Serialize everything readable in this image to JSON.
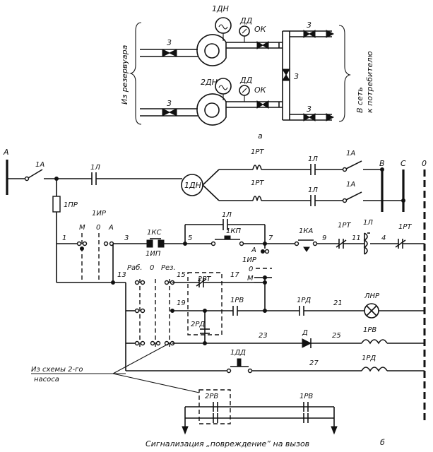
{
  "hydraulic": {
    "pump1": "1ДН",
    "pump2": "2ДН",
    "pressure_gauge": "ДД",
    "check_valve": "ОК",
    "gate_valve": "3",
    "label_a": "а",
    "source_text": "Из резервуара",
    "dest_line1": "В сеть",
    "dest_line2": "к потребителю"
  },
  "electric": {
    "bus": [
      "A",
      "B",
      "C",
      "0"
    ],
    "switch_1a": "1А",
    "contactor_1l": "1Л",
    "motor": "1ДН",
    "thermal_relay": "1РТ",
    "fuse": "1ПР",
    "selector_1ir": "1ИР",
    "selector_positions": [
      "М",
      "0",
      "А"
    ],
    "selector_positions2": [
      "Раб.",
      "0",
      "Рез."
    ],
    "nodes": [
      "1",
      "3",
      "5",
      "7",
      "9",
      "11",
      "13",
      "15",
      "17",
      "19",
      "21",
      "23",
      "25",
      "27"
    ],
    "stop_button": "1КС",
    "start_button": "1КП",
    "stop_button2": "1ИП",
    "contact_1ka": "1КА",
    "node_4": "4",
    "relay_2rt": "2РТ",
    "relay_2rd": "2РД",
    "relay_1rv": "1РВ",
    "relay_1rd": "1РД",
    "relay_2rv": "2РВ",
    "lamp": "ЛНР",
    "diode": "Д",
    "pressure_switch": "1ДД",
    "other_scheme_line1": "Из схемы 2-го",
    "other_scheme_line2": "насоса",
    "signal_text": "Сигнализация „повреждение” на вызов",
    "label_b": "б"
  }
}
